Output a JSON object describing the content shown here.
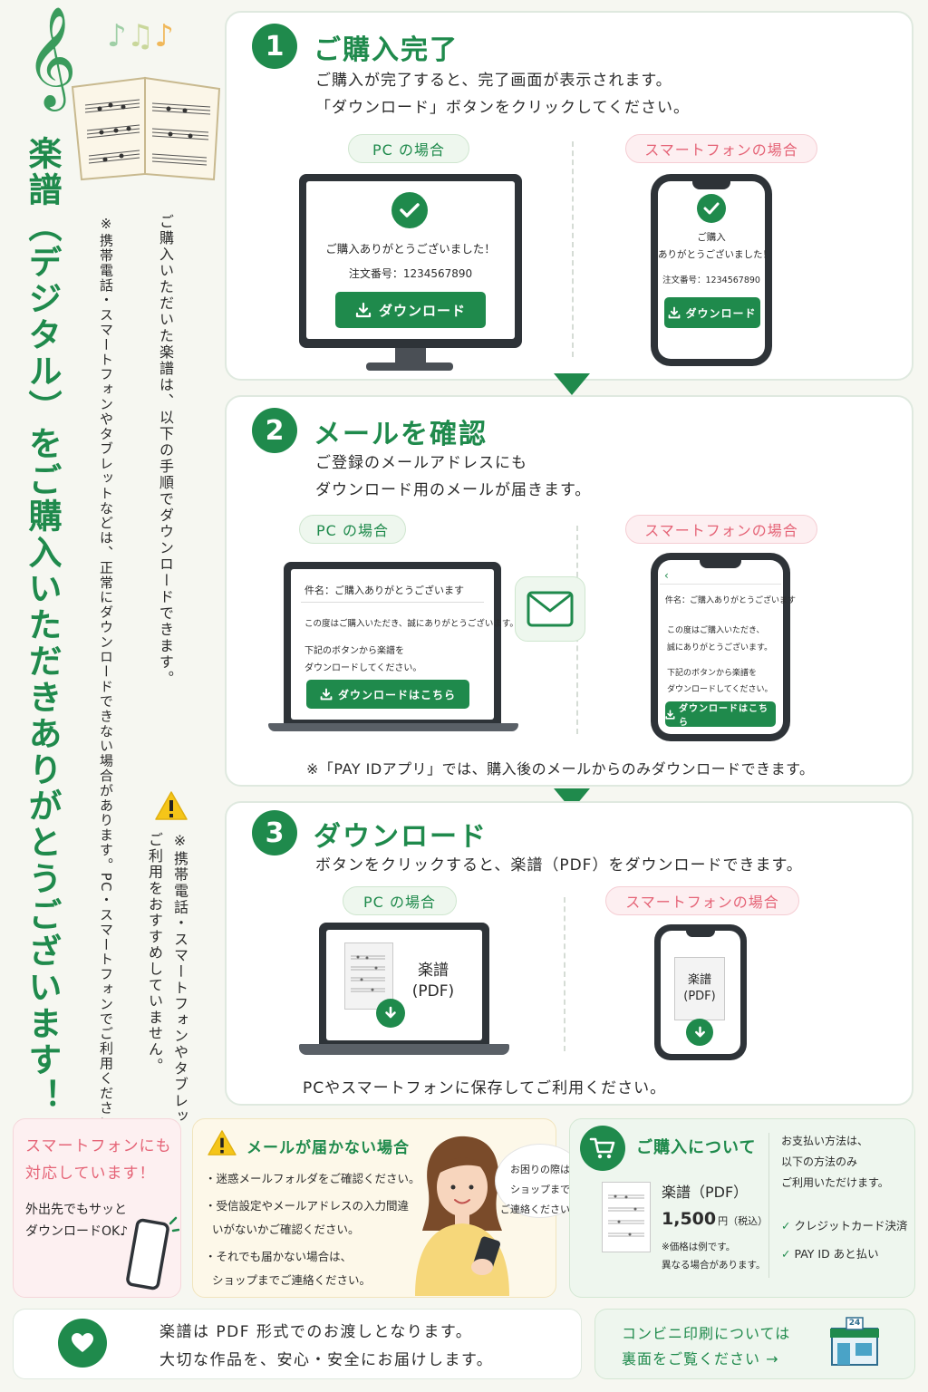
{
  "side": {
    "main_title": "楽譜（デジタル）をご購入いただきありがとうございます！",
    "note_primary": "ご購入いただいた楽譜は、以下の手順でダウンロードできます。",
    "note_mobile": "※携帯電話・スマートフォンやタブレットなどは、正常にダウンロードできない場合があります。PC・スマートフォンでご利用ください。",
    "warning_line1": "※携帯電話・スマートフォンやタブレッ",
    "warning_line2": "ご利用をおすすめしていません。"
  },
  "step1": {
    "number": "1",
    "title": "ご購入完了",
    "desc1": "ご購入が完了すると、完了画面が表示されます。",
    "desc2": "「ダウンロード」ボタンをクリックしてください。",
    "pc_label": "PC の場合",
    "sp_label": "スマートフォンの場合",
    "pc_thanks": "ご購入ありがとうございました！",
    "pc_order": "注文番号：1234567890",
    "pc_button": "ダウンロード",
    "sp_thanks1": "ご購入",
    "sp_thanks2": "ありがとうございました！",
    "sp_order": "注文番号：1234567890",
    "sp_button": "ダウンロード"
  },
  "step2": {
    "number": "2",
    "title": "メールを確認",
    "desc1": "ご登録のメールアドレスにも",
    "desc2": "ダウンロード用のメールが届きます。",
    "pc_label": "PC の場合",
    "sp_label": "スマートフォンの場合",
    "pc_subject": "件名：ご購入ありがとうございます",
    "pc_body1": "この度はご購入いただき、誠にありがとうございます。",
    "pc_body2": "下記のボタンから楽譜を",
    "pc_body3": "ダウンロードしてください。",
    "pc_button": "ダウンロードはこちら",
    "sp_subject": "件名：ご購入ありがとうございます",
    "sp_body1": "この度はご購入いただき、",
    "sp_body2": "誠にありがとうございます。",
    "sp_body3": "下記のボタンから楽譜を",
    "sp_body4": "ダウンロードしてください。",
    "sp_button": "ダウンロードはこちら",
    "note": "※「PAY IDアプリ」では、購入後のメールからのみダウンロードできます。"
  },
  "step3": {
    "number": "3",
    "title": "ダウンロード",
    "desc1": "ボタンをクリックすると、楽譜（PDF）をダウンロードできます。",
    "pc_label": "PC の場合",
    "sp_label": "スマートフォンの場合",
    "pc_file1": "楽譜",
    "pc_file2": "(PDF)",
    "sp_file1": "楽譜",
    "sp_file2": "(PDF)",
    "save_note": "PCやスマートフォンに保存してご利用ください。"
  },
  "smartphone_box": {
    "title1": "スマートフォンにも",
    "title2": "対応しています！",
    "body1": "外出先でもサッと",
    "body2": "ダウンロードOK♪"
  },
  "mail_box": {
    "title": "メールが届かない場合",
    "item1": "・迷惑メールフォルダをご確認ください。",
    "item2a": "・受信設定やメールアドレスの入力間違",
    "item2b": "いがないかご確認ください。",
    "item3a": "・それでも届かない場合は、",
    "item3b": "ショップまでご連絡ください。",
    "bubble1": "お困りの際は",
    "bubble2": "ショップまで",
    "bubble3": "ご連絡ください。"
  },
  "purchase_box": {
    "title": "ご購入について",
    "product": "楽譜（PDF）",
    "price": "1,500",
    "price_unit": "円（税込）",
    "price_note1": "※価格は例です。",
    "price_note2": "異なる場合があります。",
    "pay1": "お支払い方法は、",
    "pay2": "以下の方法のみ",
    "pay3": "ご利用いただけます。",
    "method1": "クレジットカード決済",
    "method2": "PAY ID あと払い"
  },
  "footer": {
    "line1": "楽譜は PDF 形式でのお渡しとなります。",
    "line2": "大切な作品を、安心・安全にお届けします。",
    "conv1": "コンビニ印刷については",
    "conv2": "裏面をご覧ください →",
    "store_number": "24"
  },
  "colors": {
    "accent": "#1f8a4c",
    "pink": "#e56477",
    "background": "#f6f7f1"
  }
}
